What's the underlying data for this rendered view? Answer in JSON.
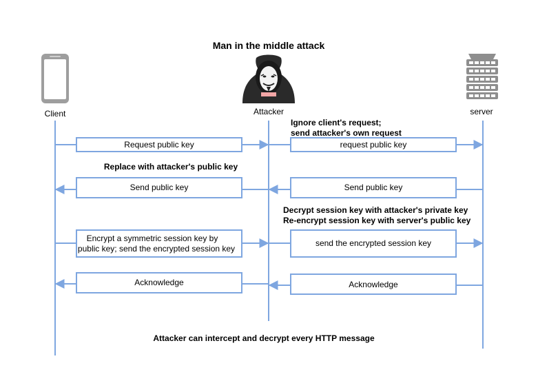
{
  "title": "Man in the middle attack",
  "actors": {
    "client": "Client",
    "attacker": "Attacker",
    "server": "server"
  },
  "annotations": {
    "ignore_line1": "Ignore client's request;",
    "ignore_line2": "send attacker's own request",
    "replace": "Replace with attacker's public key",
    "decrypt_line1": "Decrypt session key with attacker's private key",
    "decrypt_line2": "Re-encrypt session key with server's public key",
    "footer": "Attacker can intercept and decrypt every HTTP message"
  },
  "messages": {
    "req_client": "Request public key",
    "req_attacker": "request public key",
    "send_key_client": "Send public key",
    "send_key_attacker": "Send public key",
    "encrypt_line1": "Encrypt a symmetric session key by",
    "encrypt_line2": "public key; send the encrypted session key",
    "send_encrypted": "send the encrypted session key",
    "ack_client": "Acknowledge",
    "ack_attacker": "Acknowledge"
  },
  "colors": {
    "line": "#7EA6E0",
    "box_border": "#7EA6E0",
    "device": "#A9A9A9",
    "server": "#8E8E8E"
  }
}
